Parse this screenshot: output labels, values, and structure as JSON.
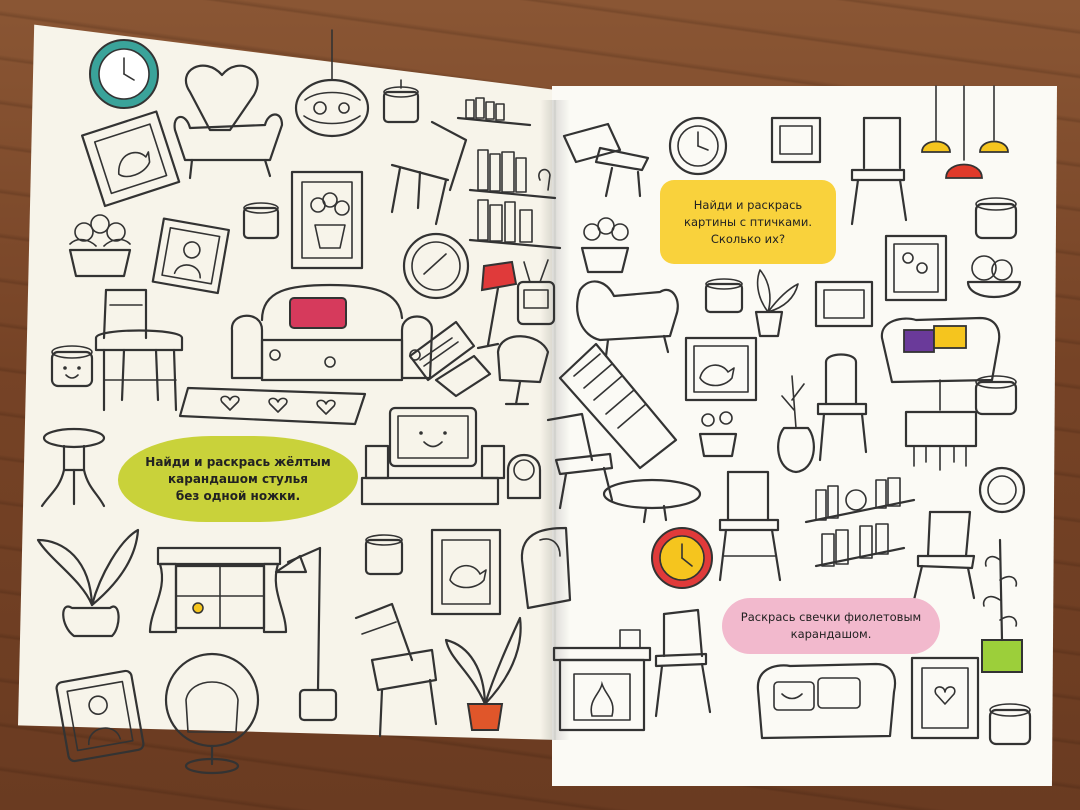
{
  "book": {
    "left_page": {
      "task": {
        "line1": "Найди и раскрась жёлтым",
        "line2": "карандашом стулья",
        "line3": "без одной ножки."
      }
    },
    "right_page": {
      "task_top": {
        "line1": "Найди и раскрась",
        "line2": "картины с птичками.",
        "line3": "Сколько их?"
      },
      "task_bottom": {
        "line1": "Раскрась свечки фиолетовым",
        "line2": "карандашом."
      }
    }
  },
  "colors": {
    "yellow_green_bubble": "#c9d23a",
    "yellow_bubble": "#f9d23c",
    "pink_bubble": "#f2b9cd",
    "teal_clock": "#3aa39a",
    "red_pillow": "#d63a5c",
    "red_lamp": "#e03a3a",
    "purple_pillow": "#6a3a9a",
    "green_pot": "#9ccf3a",
    "orange_pot": "#e0562a",
    "lamp_yellow": "#f5c51e",
    "lamp_red": "#e03a2a"
  },
  "icons": [
    "wall-clock-icon",
    "heart-armchair-icon",
    "paper-lantern-icon",
    "candle-icon",
    "picture-frame-icon",
    "wooden-chair-icon",
    "bookshelf-icon",
    "flower-pot-icon",
    "sofa-icon",
    "rug-icon",
    "tv-icon",
    "floor-lamp-icon",
    "side-table-icon",
    "window-icon",
    "houseplant-icon",
    "egg-chair-icon",
    "fireplace-icon",
    "pendant-lamps-icon",
    "vase-icon",
    "coffee-table-icon",
    "radio-icon"
  ]
}
